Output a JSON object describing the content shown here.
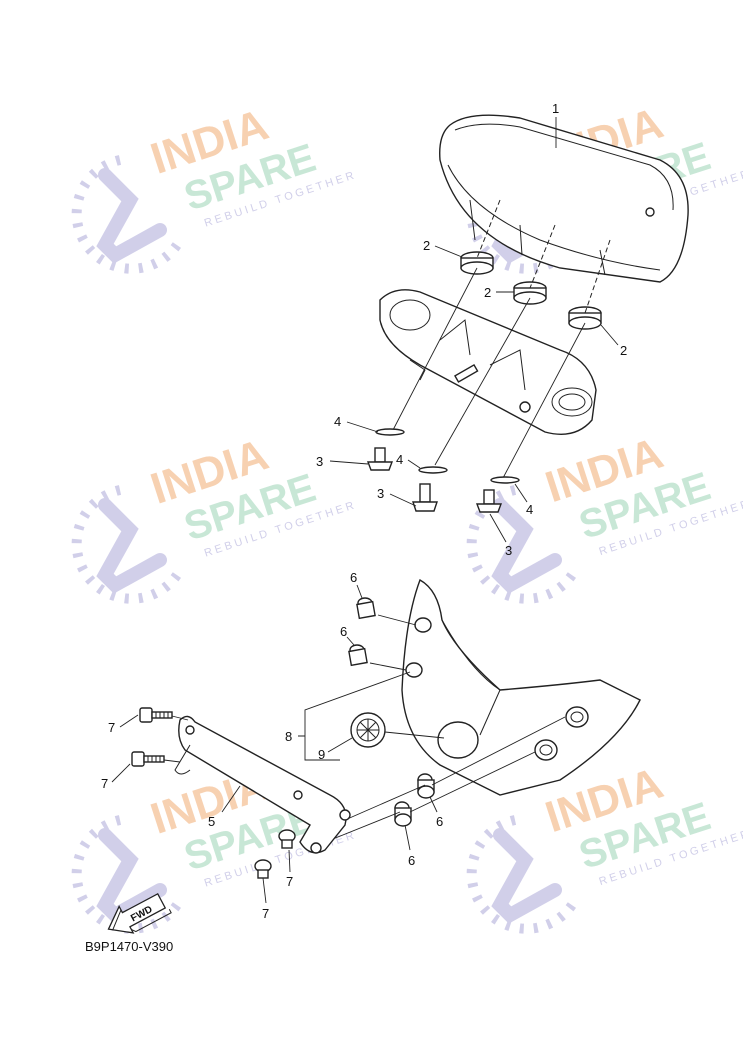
{
  "diagram": {
    "drawing_code": "B9P1470-V390",
    "fwd_label": "FWD",
    "watermark": {
      "brand_line1": "INDIA",
      "brand_line2": "SPARE",
      "tagline": "REBUILD TOGETHER",
      "colors": {
        "india": "#f6c9a4",
        "spare": "#bfe3cf",
        "icon": "#c9c7e6"
      }
    },
    "callouts": {
      "c1": "1",
      "c2a": "2",
      "c2b": "2",
      "c2c": "2",
      "c3a": "3",
      "c3b": "3",
      "c3c": "3",
      "c4a": "4",
      "c4b": "4",
      "c4c": "4",
      "c5": "5",
      "c6a": "6",
      "c6b": "6",
      "c6c": "6",
      "c6d": "6",
      "c7a": "7",
      "c7b": "7",
      "c7c": "7",
      "c7d": "7",
      "c8": "8",
      "c9": "9"
    }
  }
}
